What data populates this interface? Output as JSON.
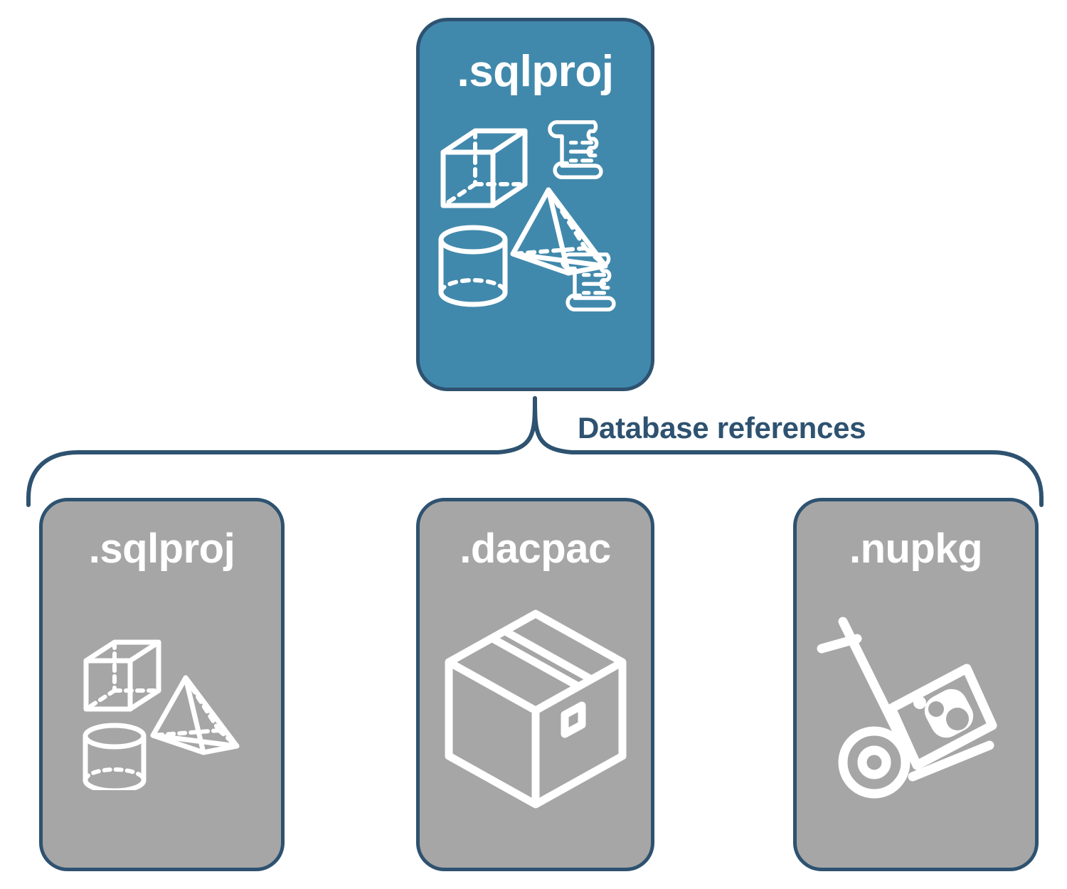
{
  "diagram": {
    "title_text": "Database references",
    "colors": {
      "accent_blue": "#4189AC",
      "gray": "#A6A6A6",
      "navy_outline": "#2E5270",
      "icon_white": "#FFFFFF",
      "background": "#FFFFFF"
    }
  },
  "root_node": {
    "label": ".sqlproj",
    "icons": [
      "cube-wireframe-icon",
      "pyramid-wireframe-icon",
      "cylinder-wireframe-icon",
      "scroll-script-icon",
      "scroll-script-icon"
    ]
  },
  "connector": {
    "label": "Database references",
    "type": "curly-brace"
  },
  "reference_nodes": [
    {
      "label": ".sqlproj",
      "icons": [
        "cube-wireframe-icon",
        "pyramid-wireframe-icon",
        "cylinder-wireframe-icon"
      ]
    },
    {
      "label": ".dacpac",
      "icons": [
        "shipping-box-icon"
      ]
    },
    {
      "label": ".nupkg",
      "icons": [
        "nuget-hand-truck-icon"
      ]
    }
  ]
}
